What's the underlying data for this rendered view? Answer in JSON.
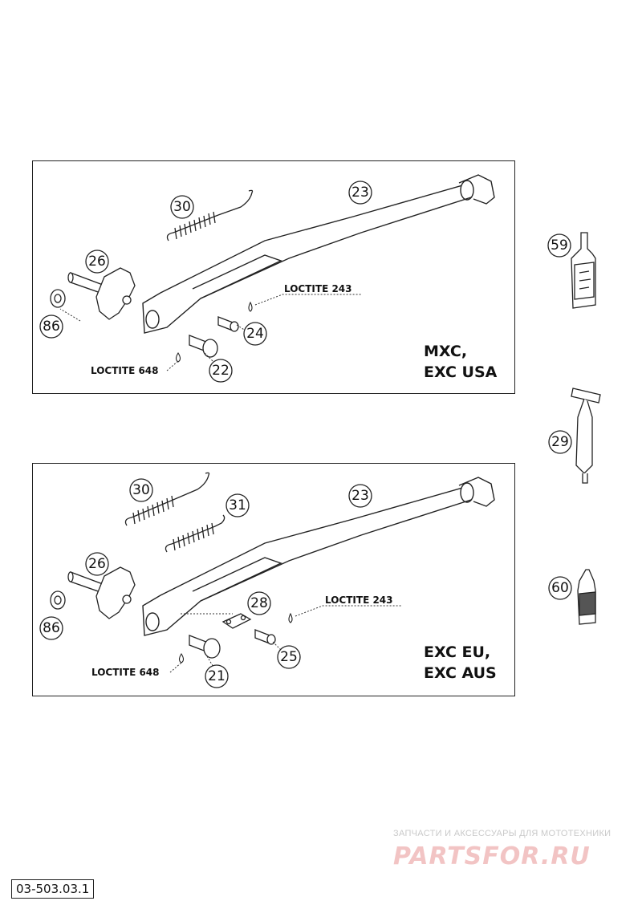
{
  "panels": {
    "top": {
      "model_line1": "MXC,",
      "model_line2": "EXC USA",
      "callouts": {
        "loctite_a": "LOCTITE 243",
        "loctite_b": "LOCTITE 648"
      },
      "parts": {
        "p30": "30",
        "p23": "23",
        "p26": "26",
        "p86": "86",
        "p24": "24",
        "p22": "22"
      }
    },
    "bottom": {
      "model_line1": "EXC EU,",
      "model_line2": "EXC AUS",
      "callouts": {
        "loctite_a": "LOCTITE 243",
        "loctite_b": "LOCTITE 648"
      },
      "parts": {
        "p30": "30",
        "p31": "31",
        "p23": "23",
        "p26": "26",
        "p86": "86",
        "p28": "28",
        "p25": "25",
        "p21": "21"
      }
    }
  },
  "side_parts": {
    "p59": "59",
    "p29": "29",
    "p60": "60"
  },
  "doc_number": "03-503.03.1",
  "watermark": {
    "tagline": "ЗАПЧАСТИ И АКСЕССУАРЫ ДЛЯ МОТОТЕХНИКИ",
    "logo": "PARTSFOR.RU",
    "color": "#f2c4c4"
  }
}
